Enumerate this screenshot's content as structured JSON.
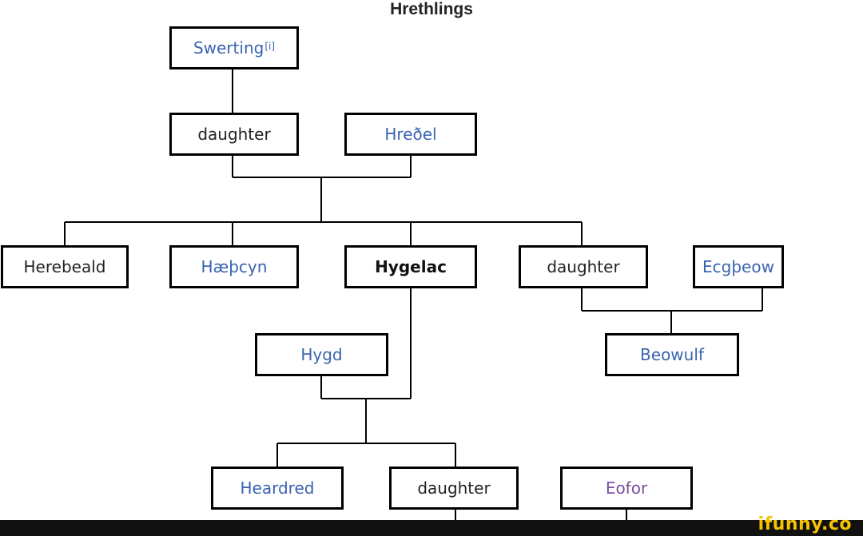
{
  "title": "Hrethlings",
  "nodes": {
    "swerting": {
      "label": "Swerting",
      "note": "[i]"
    },
    "daughter_top": {
      "label": "daughter"
    },
    "hrethel": {
      "label": "Hreðel"
    },
    "herebeald": {
      "label": "Herebeald"
    },
    "haethcyn": {
      "label": "Hæþcyn"
    },
    "hygelac": {
      "label": "Hygelac"
    },
    "daughter_mid": {
      "label": "daughter"
    },
    "ecgtheow": {
      "label": "Ecgþeow"
    },
    "hygd": {
      "label": "Hygd"
    },
    "beowulf": {
      "label": "Beowulf"
    },
    "heardred": {
      "label": "Heardred"
    },
    "daughter_bottom": {
      "label": "daughter"
    },
    "eofor": {
      "label": "Eofor"
    }
  },
  "watermark": "ifunny.co",
  "colors": {
    "link": "#3a63b0",
    "visited_link": "#7a4f9c",
    "text": "#222222",
    "watermark": "#f5c400"
  }
}
